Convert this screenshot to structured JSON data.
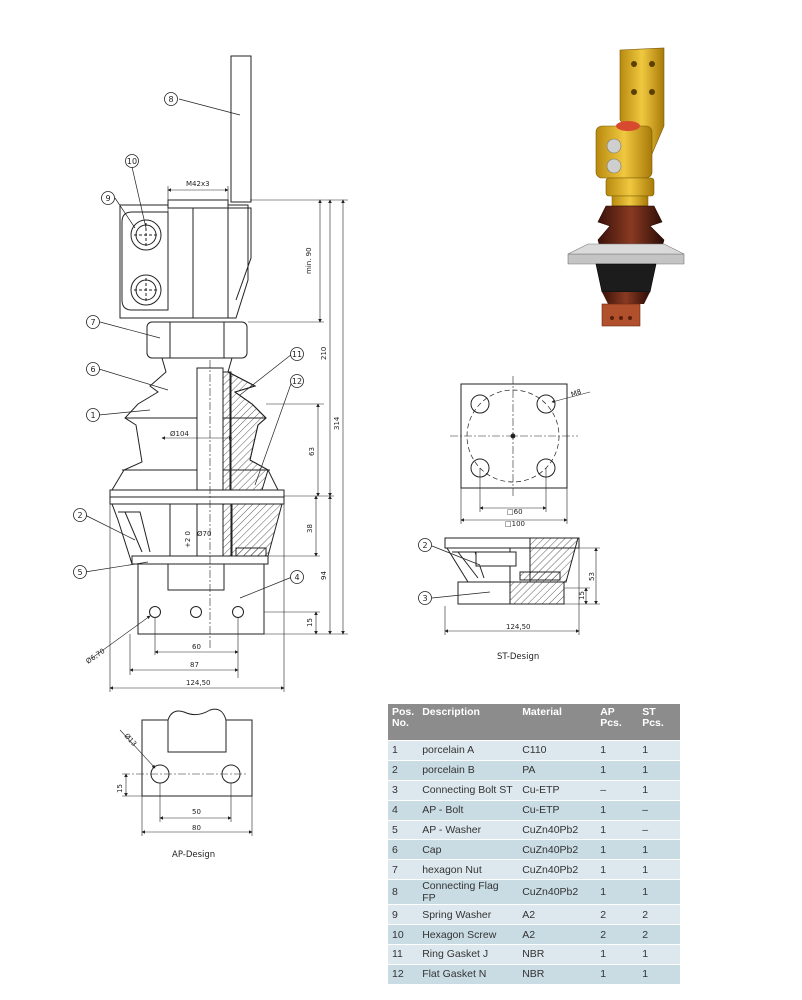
{
  "main_view": {
    "dims": {
      "thread": "M42x3",
      "min90": "min. 90",
      "d210": "210",
      "d314": "314",
      "d63": "63",
      "d38": "38",
      "d94": "94",
      "d15": "15",
      "dia104": "Ø104",
      "dia70": "Ø70",
      "dia70tol": "+2 0",
      "hole": "Ø6,70",
      "w60": "60",
      "w87": "87",
      "w12450": "124,50"
    },
    "balloons": [
      "8",
      "10",
      "9",
      "7",
      "6",
      "1",
      "11",
      "12",
      "2",
      "5",
      "4"
    ]
  },
  "st_design": {
    "label": "ST-Design",
    "dims": {
      "sq60": "□60",
      "sq100": "□100",
      "hole": "M8",
      "d53": "53",
      "d15": "15",
      "w12450": "124,50"
    },
    "balloons": [
      "2",
      "3"
    ]
  },
  "ap_design": {
    "label": "AP-Design",
    "dims": {
      "hole": "Ø13",
      "d15": "15",
      "w50": "50",
      "w80": "80"
    }
  },
  "parts_table": {
    "headers": {
      "pos": "Pos. No.",
      "desc": "Description",
      "mat": "Material",
      "ap": "AP Pcs.",
      "st": "ST Pcs."
    },
    "rows": [
      {
        "pos": "1",
        "desc": "porcelain A",
        "mat": "C110",
        "ap": "1",
        "st": "1"
      },
      {
        "pos": "2",
        "desc": "porcelain B",
        "mat": "PA",
        "ap": "1",
        "st": "1"
      },
      {
        "pos": "3",
        "desc": "Connecting Bolt ST",
        "mat": "Cu-ETP",
        "ap": "–",
        "st": "1"
      },
      {
        "pos": "4",
        "desc": "AP - Bolt",
        "mat": "Cu-ETP",
        "ap": "1",
        "st": "–"
      },
      {
        "pos": "5",
        "desc": "AP - Washer",
        "mat": "CuZn40Pb2",
        "ap": "1",
        "st": "–"
      },
      {
        "pos": "6",
        "desc": "Cap",
        "mat": "CuZn40Pb2",
        "ap": "1",
        "st": "1"
      },
      {
        "pos": "7",
        "desc": "hexagon Nut",
        "mat": "CuZn40Pb2",
        "ap": "1",
        "st": "1"
      },
      {
        "pos": "8",
        "desc": "Connecting Flag FP",
        "mat": "CuZn40Pb2",
        "ap": "1",
        "st": "1"
      },
      {
        "pos": "9",
        "desc": "Spring  Washer",
        "mat": "A2",
        "ap": "2",
        "st": "2"
      },
      {
        "pos": "10",
        "desc": "Hexagon Screw",
        "mat": "A2",
        "ap": "2",
        "st": "2"
      },
      {
        "pos": "11",
        "desc": "Ring Gasket J",
        "mat": "NBR",
        "ap": "1",
        "st": "1"
      },
      {
        "pos": "12",
        "desc": "Flat Gasket N",
        "mat": "NBR",
        "ap": "1",
        "st": "1"
      }
    ]
  },
  "render": {
    "flag_color": "#d9a820",
    "porcelain_color": "#5a2418",
    "plate_color": "#b8b8b8",
    "copper_color": "#b0502c"
  }
}
